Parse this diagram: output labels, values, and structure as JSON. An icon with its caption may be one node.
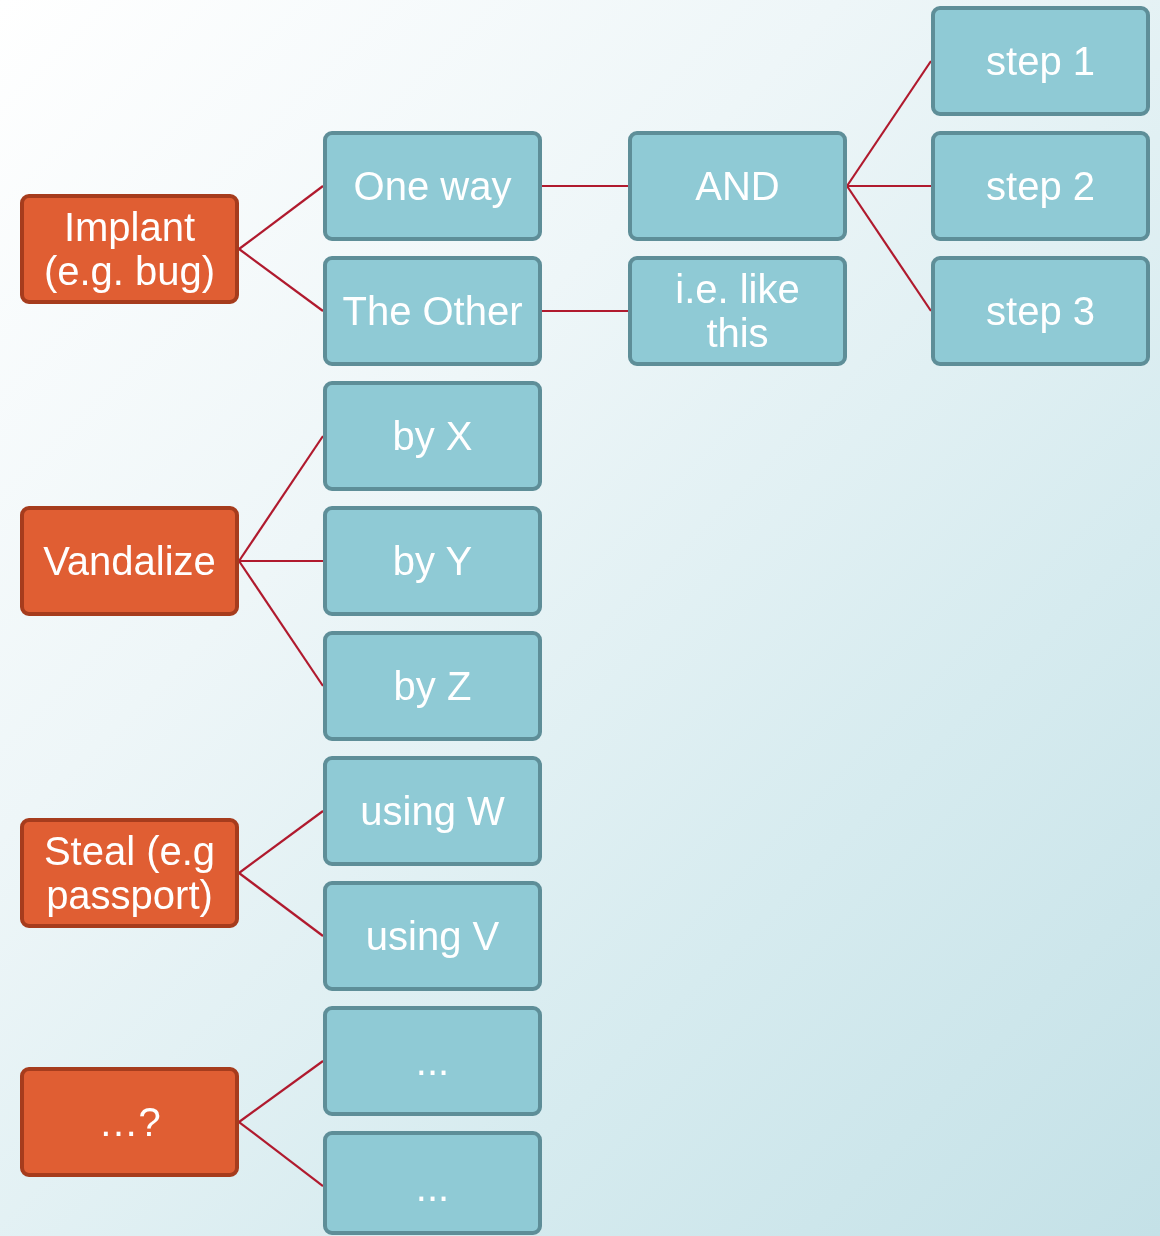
{
  "diagram": {
    "nodes": [
      {
        "text": [
          "Implant (e.g. bug)"
        ]
      },
      {
        "text": [
          "Vandalize"
        ]
      },
      {
        "text": [
          "Steal (e.g passport)"
        ]
      },
      {
        "text": [
          "…?"
        ]
      },
      {
        "text": [
          "One way"
        ]
      },
      {
        "text": [
          "The Other"
        ]
      },
      {
        "text": [
          "by X"
        ]
      },
      {
        "text": [
          "by Y"
        ]
      },
      {
        "text": [
          "by Z"
        ]
      },
      {
        "text": [
          "using W"
        ]
      },
      {
        "text": [
          "using V"
        ]
      },
      {
        "text": [
          "..."
        ]
      },
      {
        "text": [
          "..."
        ]
      },
      {
        "text": [
          "AND"
        ]
      },
      {
        "text": [
          "i.e. like this"
        ]
      },
      {
        "text": [
          "step 1"
        ]
      },
      {
        "text": [
          "step 2"
        ]
      },
      {
        "text": [
          "step 3"
        ]
      }
    ],
    "edges": [
      {
        "from": 0,
        "to": 4,
        "arrow": "none"
      },
      {
        "from": 0,
        "to": 5,
        "arrow": "none"
      },
      {
        "from": 1,
        "to": 6,
        "arrow": "none"
      },
      {
        "from": 1,
        "to": 7,
        "arrow": "none"
      },
      {
        "from": 1,
        "to": 8,
        "arrow": "none"
      },
      {
        "from": 2,
        "to": 9,
        "arrow": "none"
      },
      {
        "from": 2,
        "to": 10,
        "arrow": "none"
      },
      {
        "from": 3,
        "to": 11,
        "arrow": "none"
      },
      {
        "from": 3,
        "to": 12,
        "arrow": "none"
      },
      {
        "from": 4,
        "to": 13,
        "arrow": "none"
      },
      {
        "from": 5,
        "to": 14,
        "arrow": "none"
      },
      {
        "from": 13,
        "to": 15,
        "arrow": "none"
      },
      {
        "from": 13,
        "to": 16,
        "arrow": "none"
      },
      {
        "from": 13,
        "to": 17,
        "arrow": "none"
      }
    ]
  }
}
